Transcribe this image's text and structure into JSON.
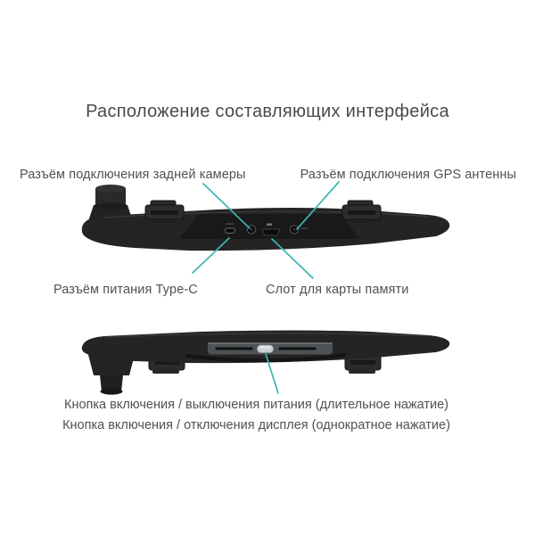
{
  "page": {
    "title": "Расположение составляющих интерфейса",
    "background": "#ffffff"
  },
  "colors": {
    "accent_line": "#38b8b4",
    "text": "#515151",
    "device_body": "#242424",
    "device_face": "#1a1a1a",
    "power_button": "#ccd0d1"
  },
  "callouts": {
    "rear_camera": "Разъём подключения задней камеры",
    "gps_antenna": "Разъём подключения GPS антенны",
    "type_c_power": "Разъём питания Type-C",
    "memory_card": "Слот для карты памяти",
    "power_toggle": "Кнопка включения / выключения питания (длительное нажатие)",
    "display_toggle": "Кнопка включения / отключения дисплея (однократное нажатие)"
  },
  "illustrations": {
    "top_edge_view": {
      "name": "mirror-dashcam-top-edge",
      "features": [
        "camera-lens",
        "mount-clip",
        "type-c-port",
        "rear-camera-jack",
        "memory-card-slot",
        "gps-antenna-jack",
        "mount-clip"
      ]
    },
    "bottom_edge_view": {
      "name": "mirror-dashcam-bottom-edge",
      "features": [
        "camera-lens",
        "mount-clip",
        "speaker-grille",
        "power-button",
        "speaker-grille",
        "mount-clip"
      ]
    }
  }
}
